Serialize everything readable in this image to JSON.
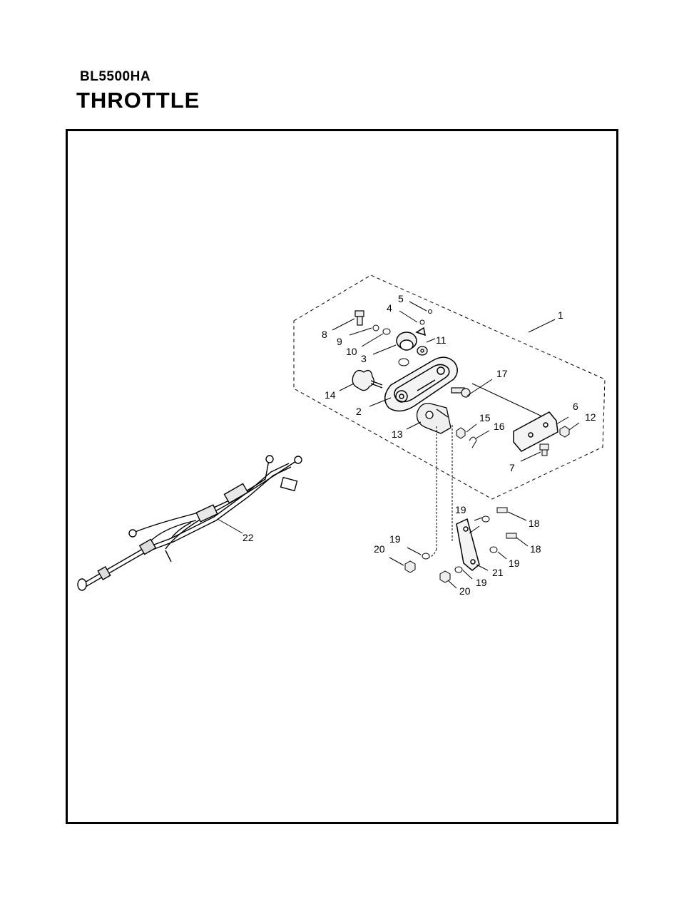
{
  "header": {
    "model": "BL5500HA",
    "title": "THROTTLE"
  },
  "callouts": [
    "1",
    "2",
    "3",
    "4",
    "5",
    "6",
    "7",
    "8",
    "9",
    "10",
    "11",
    "12",
    "13",
    "14",
    "15",
    "16",
    "17",
    "18",
    "18",
    "19",
    "19",
    "19",
    "19",
    "20",
    "20",
    "21",
    "22"
  ]
}
